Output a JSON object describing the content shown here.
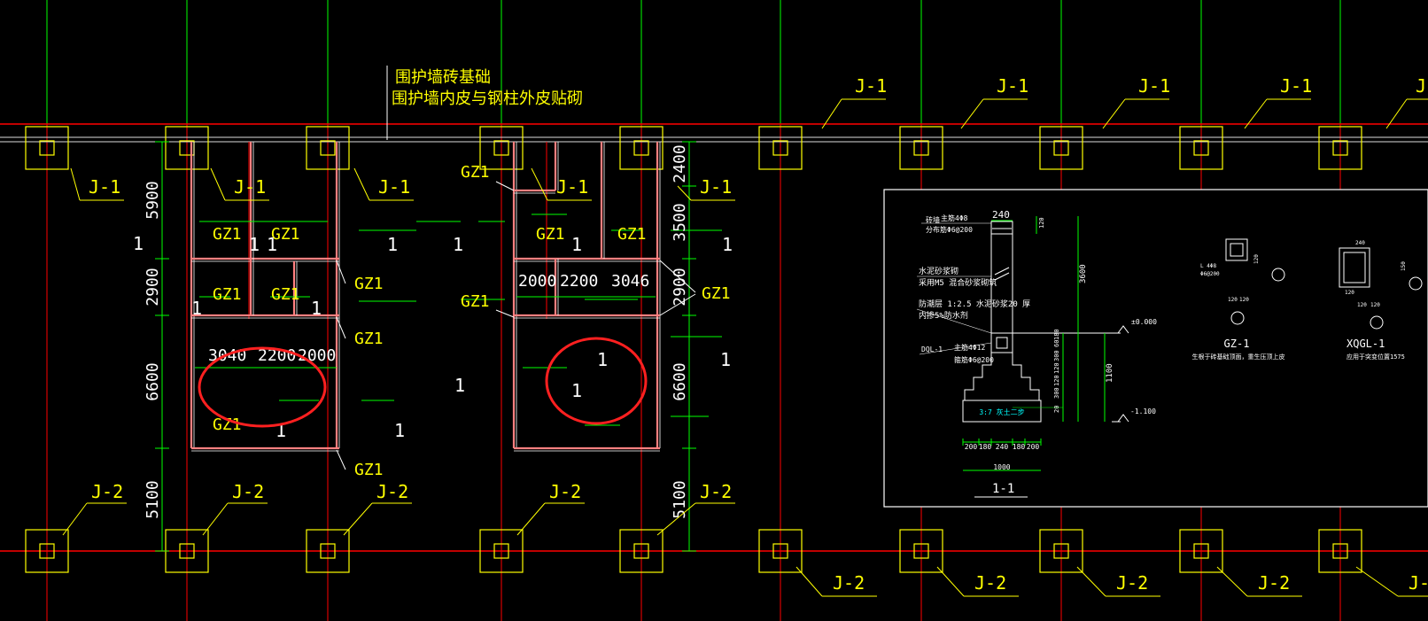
{
  "colors": {
    "background": "#000000",
    "grid_green": "#00ff00",
    "grid_red": "#ff0000",
    "wall": "#ff8080",
    "footing": "#ffff00",
    "text_yellow": "#ffff00",
    "text_white": "#ffffff",
    "highlight_circle": "#ff2020"
  },
  "title": {
    "line1": "围护墙砖基础",
    "line2": "围护墙内皮与钢柱外皮贴砌"
  },
  "footing_labels": {
    "top_row": [
      "J-1",
      "J-1",
      "J-1",
      "J-1",
      "J-1",
      "J-1",
      "J-1",
      "J-1",
      "J-1",
      "J-1"
    ],
    "bottom_row": [
      "J-2",
      "J-2",
      "J-2",
      "J-2",
      "J-2",
      "J-2",
      "J-2",
      "J-2",
      "J-2",
      "J-2"
    ]
  },
  "column_labels": {
    "gz1": "GZ1"
  },
  "dimensions": {
    "left": [
      "5900",
      "2900",
      "6600",
      "5100"
    ],
    "right": [
      "2400",
      "3500",
      "2900",
      "6600",
      "5100"
    ],
    "room_a": [
      "3040",
      "2200",
      "2000"
    ],
    "room_b": [
      "2000",
      "2200",
      "3046"
    ]
  },
  "section_marks": {
    "one": "1"
  },
  "detail": {
    "section_title": "1-1",
    "gz_title": "GZ-1",
    "gz_note": "生根于砖基础顶面，重生压顶上皮",
    "xqgl_title": "XQGL-1",
    "xqgl_note": "应用于突变位置1575",
    "top_width": "240",
    "top_rebar": "主筋4Φ8",
    "top_stirrup": "分布筋Φ6@200",
    "top_labels": [
      "砖墙",
      "分布筋"
    ],
    "wall_note1": "水泥砂浆砌",
    "wall_note2": "采用M5 混合砂浆砌筑",
    "dpc_note1": "防潮层 1:2.5 水泥砂浆20 厚",
    "dpc_note2": "内掺5%防水剂",
    "ring_beam": "DQL-1",
    "ring_rebar": "主筋4Φ12",
    "ring_stirrup": "箍筋Φ6@200",
    "base_note": "3:7 灰土二步",
    "level_top": "±0.000",
    "level_bottom": "-1.100",
    "height_total": "3600",
    "height_base": "1100",
    "small_dims": [
      "120",
      "60",
      "300",
      "120",
      "120",
      "300",
      "20",
      "180"
    ],
    "bottom_dims": [
      "200",
      "180",
      "240",
      "180",
      "200"
    ],
    "bottom_total": "1000",
    "gz_size": "120",
    "gz_rebar": "L 4Φ8",
    "gz_stirrup": "Φ6@200",
    "gz_dims": [
      "120",
      "120",
      "120"
    ],
    "xqgl_size": "240",
    "xqgl_height": "150",
    "xqgl_dims": [
      "120",
      "120",
      "120"
    ]
  }
}
